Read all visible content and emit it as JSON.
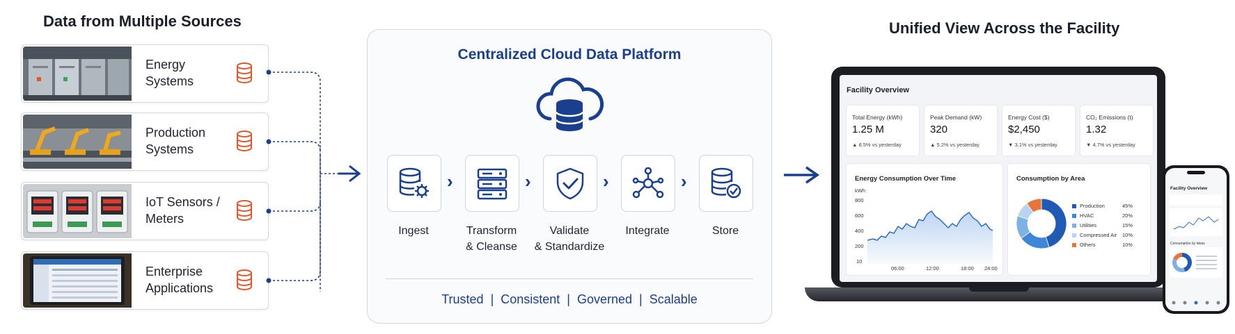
{
  "sources": {
    "title": "Data from Multiple Sources",
    "items": [
      {
        "label_line1": "Energy",
        "label_line2": "Systems"
      },
      {
        "label_line1": "Production",
        "label_line2": "Systems"
      },
      {
        "label_line1": "IoT Sensors /",
        "label_line2": "Meters"
      },
      {
        "label_line1": "Enterprise",
        "label_line2": "Applications"
      }
    ]
  },
  "platform": {
    "title": "Centralized Cloud Data Platform",
    "steps": [
      {
        "line1": "Ingest",
        "line2": ""
      },
      {
        "line1": "Transform",
        "line2": "& Cleanse"
      },
      {
        "line1": "Validate",
        "line2": "& Standardize"
      },
      {
        "line1": "Integrate",
        "line2": ""
      },
      {
        "line1": "Store",
        "line2": ""
      }
    ],
    "qualities": [
      "Trusted",
      "Consistent",
      "Governed",
      "Scalable"
    ]
  },
  "view": {
    "title": "Unified View Across the Facility",
    "dashboard": {
      "title": "Facility Overview",
      "kpis": [
        {
          "label": "Total Energy (kWh)",
          "value": "1.25 M",
          "change": "▲ 8.5% vs yesterday"
        },
        {
          "label": "Peak Demand (kW)",
          "value": "320",
          "change": "▲ 5.2% vs yesterday"
        },
        {
          "label": "Energy Cost ($)",
          "value": "$2,450",
          "change": "▼ 3.1% vs yesterday"
        },
        {
          "label": "CO₂ Emissions (t)",
          "value": "1.32",
          "change": "▼ 4.7% vs yesterday"
        }
      ],
      "line_chart": {
        "title": "Energy Consumption Over Time",
        "unit": "kWh",
        "yticks": [
          "800",
          "600",
          "400",
          "200",
          "10"
        ],
        "xticks": [
          "06:00",
          "12:00",
          "18:00",
          "24:00"
        ]
      },
      "donut": {
        "title": "Consumption by Area",
        "slices": [
          {
            "name": "Production",
            "pct": "45%",
            "value": 45,
            "color": "#1f5bb5"
          },
          {
            "name": "HVAC",
            "pct": "20%",
            "value": 20,
            "color": "#3d86d8"
          },
          {
            "name": "Utilities",
            "pct": "15%",
            "value": 15,
            "color": "#7fb0e6"
          },
          {
            "name": "Compressed Air",
            "pct": "10%",
            "value": 10,
            "color": "#b9d3f0"
          },
          {
            "name": "Others",
            "pct": "10%",
            "value": 10,
            "color": "#e8743b"
          }
        ]
      }
    },
    "phone": {
      "title": "Facility Overview",
      "section": "Consumption by Ideas"
    }
  },
  "colors": {
    "brand": "#1b3f8f",
    "accent": "#e2572b",
    "connector": "#1b3f8f"
  }
}
